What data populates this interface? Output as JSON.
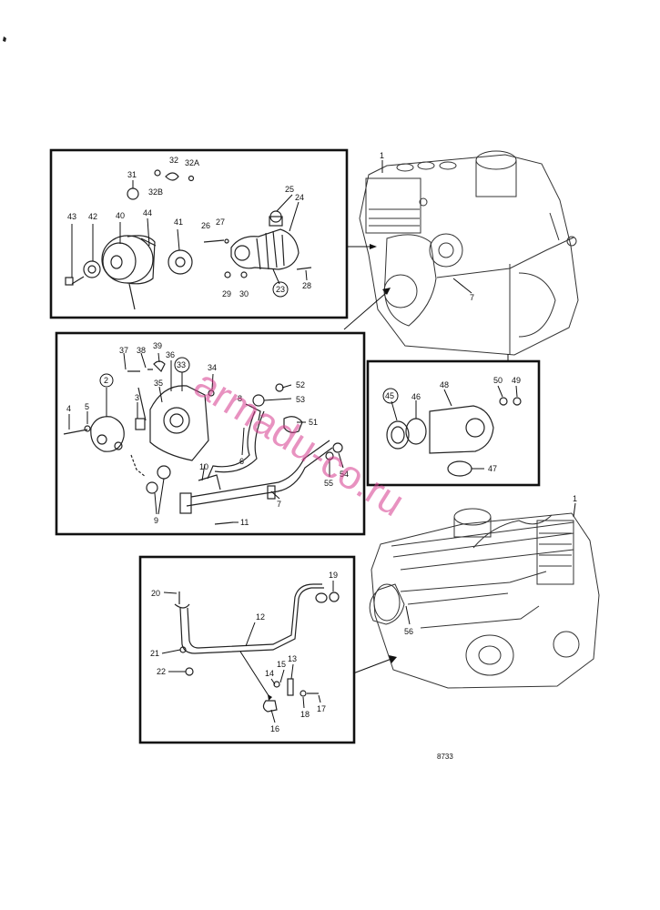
{
  "callouts": {
    "p1a": "1",
    "p31": "31",
    "p32": "32",
    "p32a": "32A",
    "p32b": "32B",
    "p43": "43",
    "p42": "42",
    "p40": "40",
    "p44": "44",
    "p41": "41",
    "p26": "26",
    "p27": "27",
    "p25": "25",
    "p24": "24",
    "p23": "23",
    "p29": "29",
    "p30": "30",
    "p28": "28",
    "p7a": "7",
    "p37": "37",
    "p38": "38",
    "p39": "39",
    "p2": "2",
    "p33": "33",
    "p36": "36",
    "p34": "34",
    "p35": "35",
    "p3": "3",
    "p4": "4",
    "p5": "5",
    "p52": "52",
    "p8": "8",
    "p53": "53",
    "p51": "51",
    "p6": "6",
    "p10": "10",
    "p54": "54",
    "p55": "55",
    "p9": "9",
    "p7b": "7",
    "p11": "11",
    "p45": "45",
    "p46": "46",
    "p48": "48",
    "p50": "50",
    "p49": "49",
    "p47": "47",
    "p1b": "1",
    "p56": "56",
    "p20": "20",
    "p19": "19",
    "p12": "12",
    "p21": "21",
    "p22": "22",
    "p14": "14",
    "p15": "15",
    "p13": "13",
    "p16": "16",
    "p18": "18",
    "p17": "17"
  },
  "drawing_code": "8733",
  "watermark": "armadu-co.ru"
}
